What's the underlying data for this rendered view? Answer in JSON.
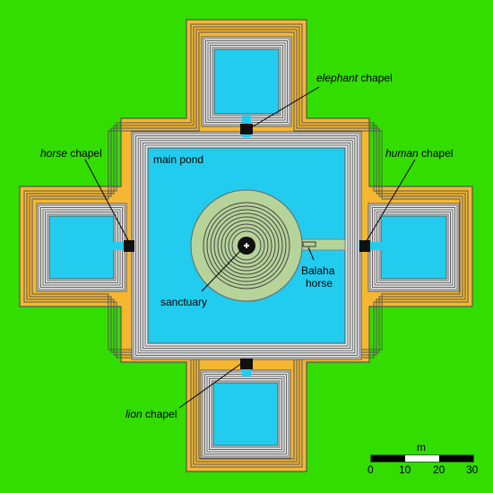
{
  "colors": {
    "background": "#33dd00",
    "terrace": "#f5b731",
    "step_line": "#555555",
    "water": "#22ccee",
    "step_light": "#e8e8e8",
    "island": "#b6d39a",
    "shrine": "#111111",
    "scale_black": "#000000",
    "scale_white": "#ffffff"
  },
  "labels": {
    "elephant_chapel": {
      "animal": "elephant",
      "word": "chapel"
    },
    "horse_chapel": {
      "animal": "horse",
      "word": "chapel"
    },
    "human_chapel": {
      "animal": "human",
      "word": "chapel"
    },
    "lion_chapel": {
      "animal": "lion",
      "word": "chapel"
    },
    "main_pond": "main pond",
    "sanctuary": "sanctuary",
    "balaha_line1": "Balaha",
    "balaha_line2": "horse"
  },
  "scale": {
    "unit": "m",
    "ticks": [
      "0",
      "10",
      "20",
      "30"
    ]
  },
  "icons": {
    "sanctuary_mark": "cross-icon"
  }
}
